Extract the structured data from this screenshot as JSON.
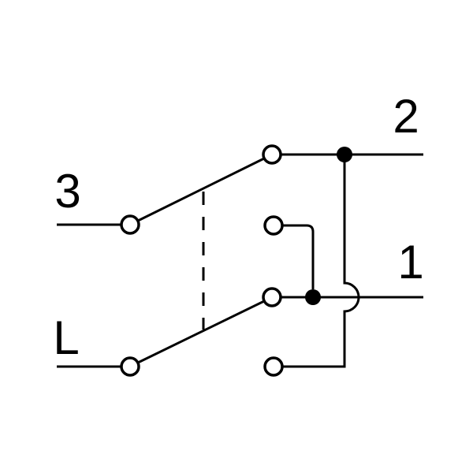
{
  "diagram": {
    "type": "electrical-switch-schematic",
    "description": "Two-pole changeover switch wiring symbol with dashed mechanical coupling",
    "colors": {
      "background": "#ffffff",
      "stroke": "#000000",
      "contact_fill": "#ffffff",
      "junction_fill": "#000000"
    },
    "labels": {
      "terminal_3": "3",
      "terminal_L": "L",
      "terminal_2": "2",
      "terminal_1": "1"
    }
  }
}
